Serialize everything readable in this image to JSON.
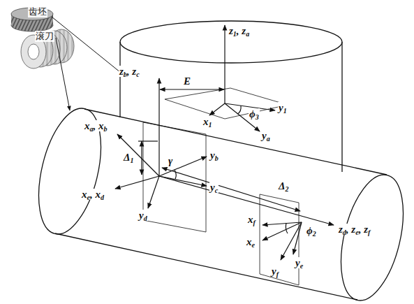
{
  "diagram": {
    "labels": [
      "齿坯",
      "滚刀",
      "z1, za",
      "zb, zc",
      "E",
      "x1",
      "ϕ3",
      "y1",
      "ya",
      "xa, xb",
      "yb",
      "Δ1",
      "γ",
      "xe, xd",
      "yc",
      "yd",
      "Δ2",
      "xf",
      "xe",
      "ϕ2",
      "yf",
      "ye",
      "zd, ze, zf"
    ]
  }
}
